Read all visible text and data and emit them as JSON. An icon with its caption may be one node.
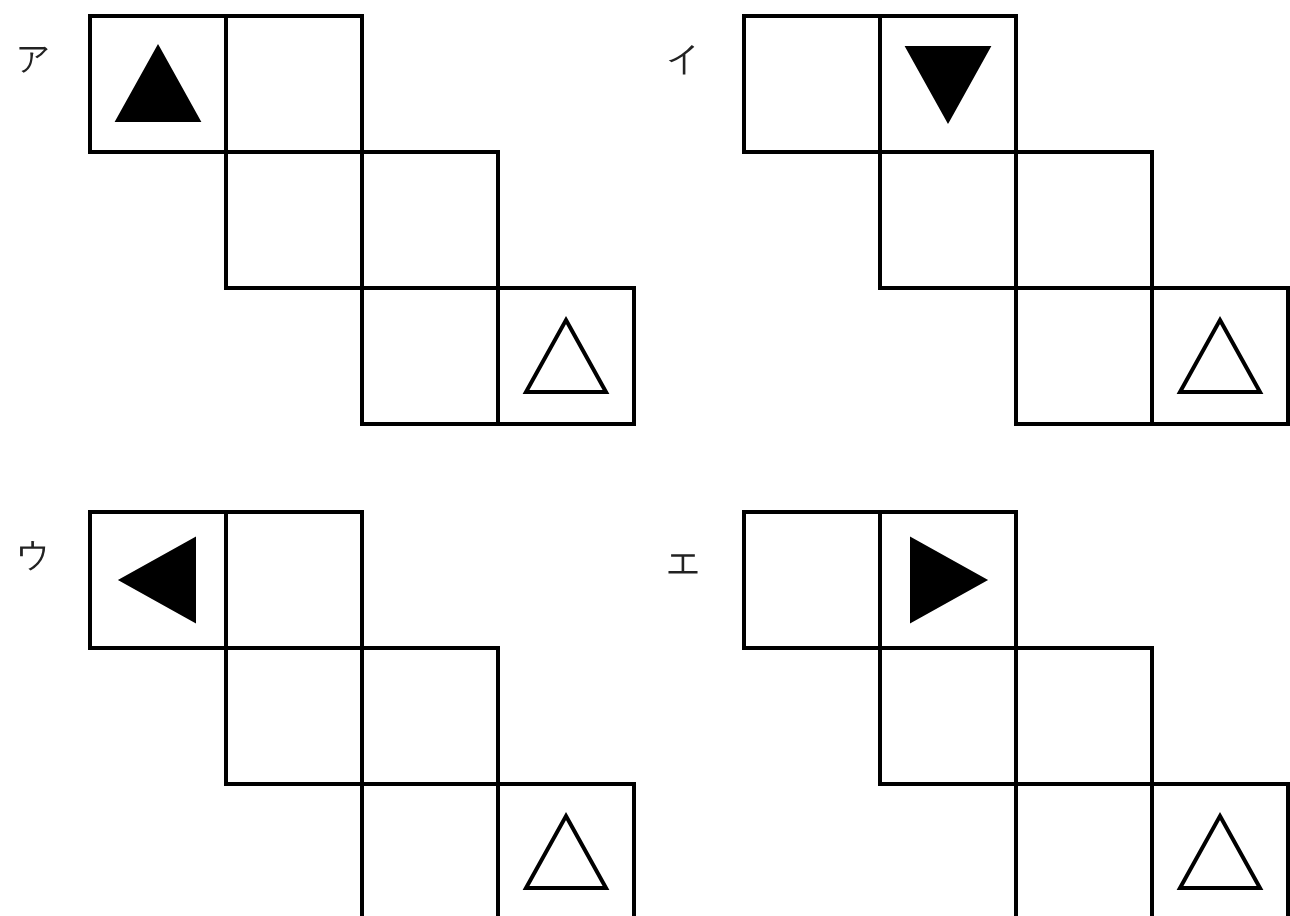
{
  "diagram": {
    "labels": [
      "ア",
      "イ",
      "ウ",
      "エ"
    ]
  }
}
